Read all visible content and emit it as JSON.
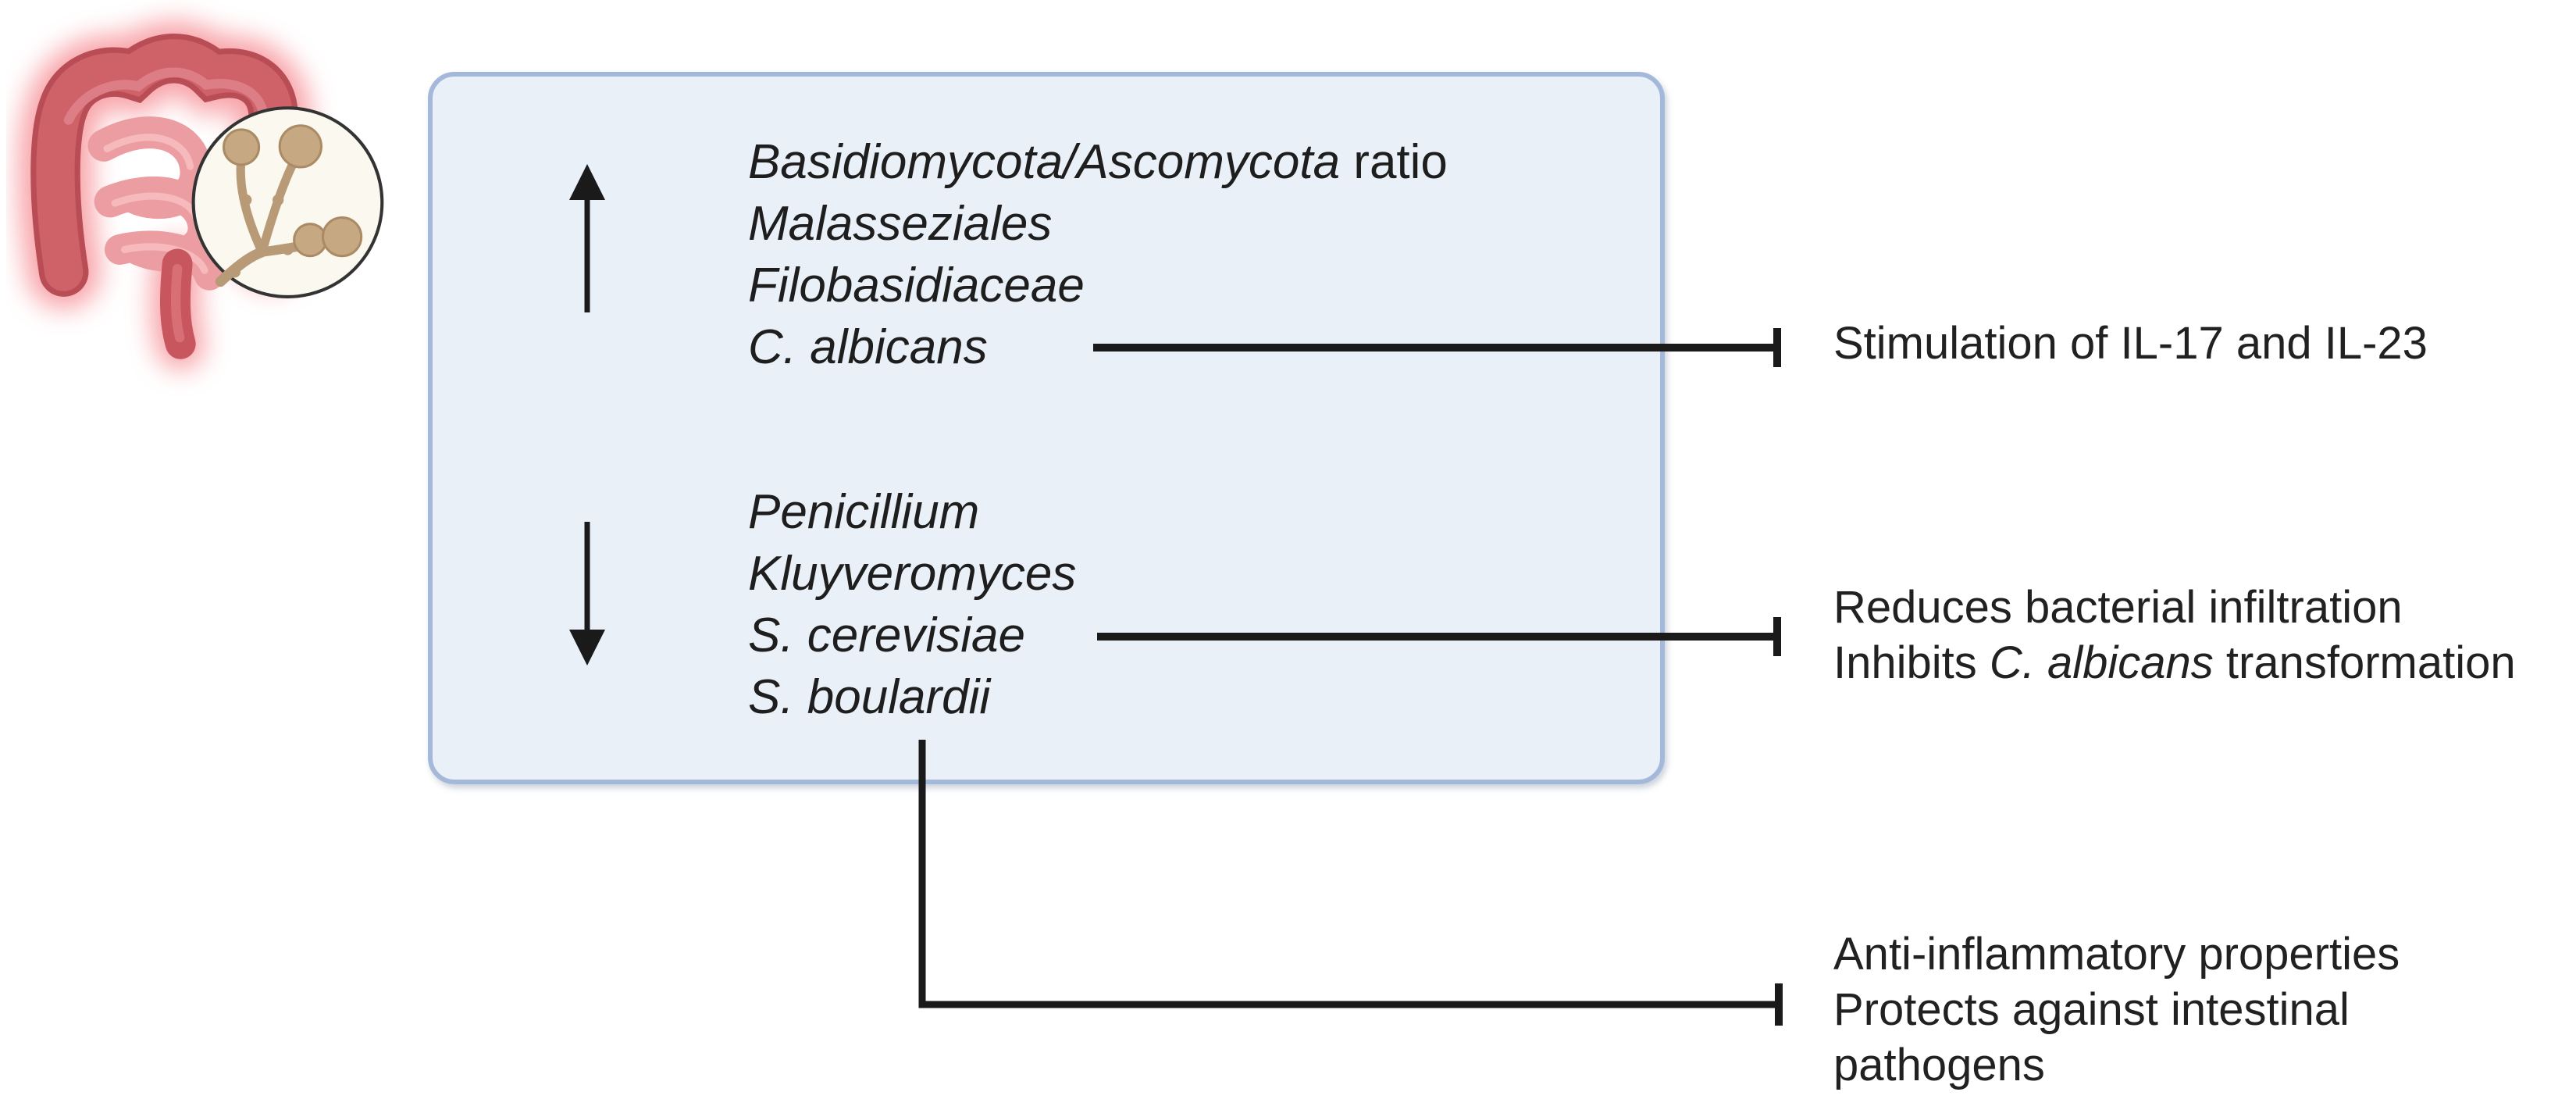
{
  "figure": {
    "description": "Gut mycobiome alterations and their effects on intestinal immunity",
    "icons": {
      "up_arrow": "↑",
      "down_arrow": "↓",
      "inhibition_bar": "⊣",
      "intestine_with_fungi": "intestine-magnifier-fungi"
    }
  },
  "box": {
    "increased": {
      "line1_italic": "Basidiomycota/Ascomycota",
      "line1_regular": " ratio",
      "items": [
        "Malasseziales",
        "Filobasidiaceae",
        "C. albicans"
      ]
    },
    "decreased": {
      "items": [
        "Penicillium",
        "Kluyveromyces",
        "S. cerevisiae",
        "S. boulardii"
      ]
    }
  },
  "annotations": {
    "candida": {
      "line1": "Stimulation of IL-17 and IL-23"
    },
    "cerevisiae": {
      "line1": "Reduces bacterial infiltration",
      "line2_prefix": "Inhibits ",
      "line2_italic": "C. albicans",
      "line2_suffix": " transformation"
    },
    "boulardii": {
      "line1": "Anti-inflammatory properties",
      "line2": "Protects against intestinal",
      "line3": "pathogens"
    }
  },
  "colors": {
    "box_fill": "#eaf0f8",
    "box_border": "#a4b9da",
    "connector": "#1a1a1a",
    "text": "#1f1f1f",
    "intestine_dark_red": "#c8565e",
    "intestine_pink": "#ec9da1",
    "glow_red": "#f2555e",
    "fungi_tan": "#c6a883",
    "inset_circle_fill": "#fbf8f0"
  }
}
